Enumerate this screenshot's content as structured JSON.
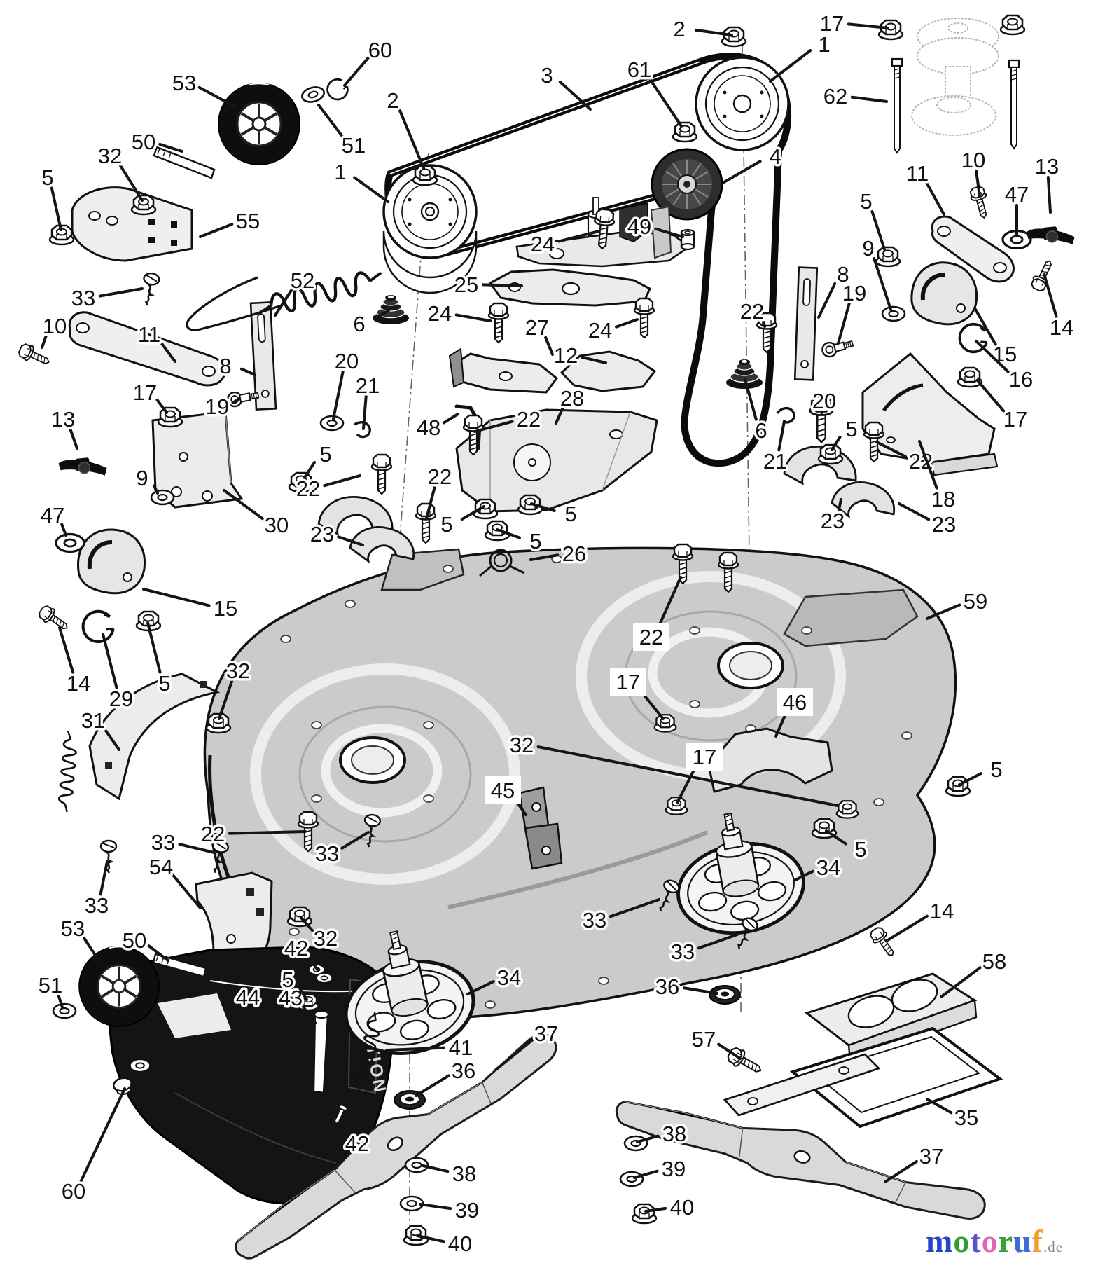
{
  "watermark": {
    "word": "motoruf",
    "suffix": ".de",
    "letter_colors": [
      "#2743c8",
      "#2f9e33",
      "#5a55c8",
      "#e265b4",
      "#3a9e3a",
      "#3f6bd6",
      "#f0a030"
    ],
    "suffix_color": "#8a8a8a"
  },
  "diagram": {
    "kind": "exploded-parts-diagram",
    "subject": "Mower deck housing assembly",
    "chute_label": "CAUTION",
    "callouts": [
      [
        "53",
        263,
        118,
        335,
        152
      ],
      [
        "60",
        543,
        71,
        492,
        122
      ],
      [
        "51",
        505,
        207,
        455,
        150
      ],
      [
        "50",
        205,
        202,
        260,
        216
      ],
      [
        "32",
        157,
        222,
        203,
        286
      ],
      [
        "5",
        68,
        253,
        87,
        328
      ],
      [
        "55",
        354,
        315,
        286,
        338
      ],
      [
        "33",
        119,
        425,
        203,
        412
      ],
      [
        "2",
        561,
        143,
        605,
        240
      ],
      [
        "1",
        486,
        245,
        554,
        288
      ],
      [
        "52",
        432,
        400,
        393,
        450
      ],
      [
        "3",
        781,
        107,
        843,
        156
      ],
      [
        "61",
        913,
        99,
        973,
        180
      ],
      [
        "2",
        970,
        41,
        1045,
        50
      ],
      [
        "17",
        1188,
        33,
        1268,
        40
      ],
      [
        "1",
        1177,
        63,
        1100,
        116
      ],
      [
        "62",
        1193,
        137,
        1266,
        145
      ],
      [
        "4",
        1107,
        223,
        1034,
        260
      ],
      [
        "24",
        775,
        348,
        855,
        330
      ],
      [
        "49",
        913,
        323,
        975,
        338
      ],
      [
        "25",
        666,
        406,
        745,
        408
      ],
      [
        "24",
        628,
        447,
        700,
        458
      ],
      [
        "27",
        767,
        467,
        789,
        506
      ],
      [
        "12",
        808,
        507,
        865,
        518
      ],
      [
        "24",
        857,
        471,
        910,
        456
      ],
      [
        "22",
        1074,
        444,
        1092,
        466
      ],
      [
        "28",
        817,
        568,
        794,
        604
      ],
      [
        "48",
        612,
        610,
        654,
        591
      ],
      [
        "22",
        755,
        598,
        678,
        616
      ],
      [
        "20",
        495,
        515,
        476,
        598
      ],
      [
        "21",
        525,
        550,
        519,
        612
      ],
      [
        "5",
        465,
        648,
        434,
        683
      ],
      [
        "22",
        440,
        697,
        514,
        679
      ],
      [
        "23",
        460,
        762,
        518,
        778
      ],
      [
        "22",
        628,
        680,
        609,
        740
      ],
      [
        "5",
        638,
        748,
        691,
        723
      ],
      [
        "5",
        815,
        733,
        759,
        719
      ],
      [
        "5",
        765,
        772,
        710,
        756
      ],
      [
        "26",
        820,
        790,
        758,
        799
      ],
      [
        "8",
        1204,
        391,
        1169,
        453
      ],
      [
        "19",
        1220,
        418,
        1197,
        490
      ],
      [
        "9",
        1240,
        354,
        1272,
        442
      ],
      [
        "5",
        1237,
        287,
        1263,
        356
      ],
      [
        "10",
        1390,
        228,
        1399,
        280
      ],
      [
        "11",
        1310,
        247,
        1348,
        306
      ],
      [
        "13",
        1495,
        237,
        1500,
        303
      ],
      [
        "47",
        1452,
        277,
        1452,
        336
      ],
      [
        "14",
        1516,
        467,
        1491,
        391
      ],
      [
        "15",
        1435,
        505,
        1392,
        440
      ],
      [
        "16",
        1458,
        541,
        1394,
        487
      ],
      [
        "17",
        1450,
        598,
        1396,
        543
      ],
      [
        "20",
        1177,
        572,
        1174,
        591
      ],
      [
        "5",
        1216,
        612,
        1188,
        642
      ],
      [
        "22",
        1315,
        658,
        1252,
        631
      ],
      [
        "21",
        1107,
        658,
        1120,
        601
      ],
      [
        "6",
        1087,
        614,
        1064,
        541
      ],
      [
        "18",
        1347,
        712,
        1313,
        630
      ],
      [
        "23",
        1189,
        743,
        1201,
        713
      ],
      [
        "23",
        1348,
        748,
        1284,
        719
      ],
      [
        "59",
        1393,
        858,
        1324,
        883
      ],
      [
        "6",
        513,
        462,
        555,
        443
      ],
      [
        "10",
        78,
        465,
        60,
        496
      ],
      [
        "11",
        213,
        477,
        250,
        516
      ],
      [
        "13",
        90,
        598,
        110,
        640
      ],
      [
        "17",
        207,
        560,
        238,
        589
      ],
      [
        "9",
        203,
        682,
        225,
        704
      ],
      [
        "47",
        75,
        735,
        94,
        764
      ],
      [
        "19",
        310,
        580,
        342,
        569
      ],
      [
        "8",
        322,
        522,
        364,
        535
      ],
      [
        "30",
        395,
        749,
        320,
        700
      ],
      [
        "15",
        322,
        868,
        205,
        841
      ],
      [
        "14",
        112,
        975,
        85,
        896
      ],
      [
        "29",
        173,
        997,
        147,
        905
      ],
      [
        "5",
        235,
        975,
        211,
        889
      ],
      [
        "31",
        133,
        1028,
        170,
        1070
      ],
      [
        "32",
        340,
        957,
        313,
        1026
      ],
      [
        "22",
        304,
        1190,
        436,
        1187
      ],
      [
        "33",
        467,
        1218,
        526,
        1188
      ],
      [
        "22",
        930,
        909,
        972,
        824,
        1
      ],
      [
        "17",
        897,
        973,
        947,
        1026,
        1
      ],
      [
        "46",
        1135,
        1002,
        1108,
        1051,
        1
      ],
      [
        "17",
        1006,
        1080,
        967,
        1146,
        1
      ],
      [
        "45",
        718,
        1128,
        751,
        1163,
        1
      ],
      [
        "32",
        745,
        1063,
        1196,
        1150
      ],
      [
        "53",
        104,
        1325,
        141,
        1371
      ],
      [
        "50",
        192,
        1342,
        240,
        1371
      ],
      [
        "51",
        72,
        1406,
        89,
        1438
      ],
      [
        "54",
        230,
        1237,
        286,
        1296
      ],
      [
        "33",
        138,
        1292,
        153,
        1230
      ],
      [
        "33",
        233,
        1202,
        306,
        1217
      ],
      [
        "60",
        105,
        1700,
        178,
        1554
      ],
      [
        "44",
        354,
        1423,
        396,
        1477
      ],
      [
        "43",
        415,
        1424,
        450,
        1460
      ],
      [
        "42",
        423,
        1353,
        454,
        1385
      ],
      [
        "5",
        411,
        1398,
        438,
        1427
      ],
      [
        "32",
        465,
        1339,
        430,
        1310
      ],
      [
        "34",
        727,
        1395,
        668,
        1419
      ],
      [
        "41",
        658,
        1495,
        552,
        1499
      ],
      [
        "36",
        662,
        1528,
        594,
        1564
      ],
      [
        "37",
        780,
        1475,
        708,
        1527
      ],
      [
        "42",
        510,
        1632,
        489,
        1594
      ],
      [
        "38",
        663,
        1675,
        604,
        1664
      ],
      [
        "39",
        667,
        1727,
        600,
        1719
      ],
      [
        "40",
        657,
        1775,
        596,
        1764
      ],
      [
        "33",
        849,
        1313,
        941,
        1284
      ],
      [
        "33",
        975,
        1358,
        1053,
        1334
      ],
      [
        "36",
        953,
        1408,
        1024,
        1418
      ],
      [
        "34",
        1183,
        1238,
        1134,
        1257
      ],
      [
        "5",
        1229,
        1212,
        1180,
        1186
      ],
      [
        "5",
        1423,
        1098,
        1370,
        1120
      ],
      [
        "14",
        1345,
        1300,
        1266,
        1343
      ],
      [
        "58",
        1420,
        1372,
        1344,
        1423
      ],
      [
        "57",
        1005,
        1483,
        1057,
        1511
      ],
      [
        "35",
        1380,
        1595,
        1324,
        1569
      ],
      [
        "37",
        1330,
        1650,
        1264,
        1687
      ],
      [
        "38",
        963,
        1618,
        910,
        1630
      ],
      [
        "39",
        962,
        1668,
        906,
        1681
      ],
      [
        "40",
        974,
        1723,
        922,
        1729
      ]
    ],
    "hardware": [
      [
        "nut",
        607,
        250
      ],
      [
        "nut",
        1048,
        52
      ],
      [
        "nut",
        1272,
        42
      ],
      [
        "nut",
        1446,
        35
      ],
      [
        "nut",
        978,
        188
      ],
      [
        "nut",
        205,
        292
      ],
      [
        "nut",
        88,
        335
      ],
      [
        "nut",
        243,
        595
      ],
      [
        "nut",
        430,
        688
      ],
      [
        "nut",
        693,
        726
      ],
      [
        "nut",
        757,
        720
      ],
      [
        "nut",
        710,
        757
      ],
      [
        "nut",
        1268,
        366
      ],
      [
        "nut",
        1385,
        538
      ],
      [
        "nut",
        212,
        886
      ],
      [
        "nut",
        312,
        1032
      ],
      [
        "nut",
        950,
        1032,
        0,
        0.9
      ],
      [
        "nut",
        966,
        1150,
        0,
        0.9
      ],
      [
        "nut",
        1210,
        1155,
        0,
        0.9
      ],
      [
        "nut",
        428,
        1308
      ],
      [
        "nut",
        1177,
        1182
      ],
      [
        "nut",
        1368,
        1122
      ],
      [
        "nut",
        440,
        1430,
        0,
        0.85
      ],
      [
        "nut",
        594,
        1763
      ],
      [
        "nut",
        920,
        1732
      ],
      [
        "nut",
        1186,
        648
      ],
      [
        "bolt",
        862,
        328,
        5
      ],
      [
        "bolt",
        712,
        462
      ],
      [
        "bolt",
        920,
        455
      ],
      [
        "bolt",
        1095,
        476
      ],
      [
        "bolt",
        676,
        622
      ],
      [
        "bolt",
        545,
        678
      ],
      [
        "bolt",
        608,
        748
      ],
      [
        "bolt",
        975,
        806
      ],
      [
        "bolt",
        1040,
        818
      ],
      [
        "bolt",
        440,
        1188
      ],
      [
        "bolt",
        1248,
        632
      ],
      [
        "bolt",
        1173,
        600,
        0,
        1.15
      ],
      [
        "bolt",
        50,
        508,
        -65,
        0.8
      ],
      [
        "bolt",
        1400,
        290,
        -15,
        0.8
      ],
      [
        "bolt",
        78,
        884,
        -55,
        0.8
      ],
      [
        "bolt",
        1490,
        392,
        205,
        0.8
      ],
      [
        "bolt",
        1262,
        1346,
        -35,
        0.8
      ],
      [
        "bolt",
        1065,
        1516,
        -60,
        0.9
      ],
      [
        "screw",
        214,
        412,
        10
      ],
      [
        "screw",
        155,
        1222,
        0
      ],
      [
        "screw",
        312,
        1222,
        12
      ],
      [
        "screw",
        530,
        1185,
        8
      ],
      [
        "screw",
        953,
        1278,
        25
      ],
      [
        "screw",
        1065,
        1332,
        25
      ],
      [
        "washer",
        447,
        135,
        -15
      ],
      [
        "washer",
        232,
        710
      ],
      [
        "washer",
        1276,
        448
      ],
      [
        "washer",
        92,
        1443
      ],
      [
        "washer",
        595,
        1663
      ],
      [
        "washer",
        588,
        1718
      ],
      [
        "washer",
        908,
        1632
      ],
      [
        "washer",
        902,
        1683
      ],
      [
        "washer",
        474,
        604
      ],
      [
        "washer",
        452,
        1384,
        0,
        0.7
      ],
      [
        "washer",
        463,
        1396,
        0,
        0.7
      ],
      [
        "washer",
        200,
        1521,
        0,
        0.9
      ],
      [
        "washer",
        100,
        775,
        0,
        1.25
      ],
      [
        "washer",
        1452,
        342,
        0,
        1.25
      ],
      [
        "cap",
        175,
        1548,
        -15
      ],
      [
        "ring",
        482,
        128,
        -25,
        0.8
      ],
      [
        "ring",
        140,
        895,
        0,
        1.2
      ],
      [
        "ring",
        1390,
        483,
        10,
        1.1
      ],
      [
        "spring",
        460,
        418,
        -14,
        1.5
      ],
      [
        "spring",
        525,
        1500,
        -75,
        0.95
      ],
      [
        "spring",
        97,
        1100,
        -85,
        0.95
      ],
      [
        "tspring",
        715,
        800
      ],
      [
        "grommet",
        558,
        440
      ],
      [
        "grommet",
        1063,
        532
      ],
      [
        "bearing",
        585,
        1570
      ],
      [
        "bearing",
        1035,
        1420
      ],
      [
        "spacer",
        982,
        342
      ],
      [
        "sbolt",
        347,
        568,
        -10
      ],
      [
        "sbolt",
        1196,
        496,
        -15
      ],
      [
        "knob",
        118,
        664,
        -6
      ],
      [
        "knob",
        1500,
        334,
        -6
      ],
      [
        "pin",
        485,
        1592,
        25
      ],
      [
        "hook",
        516,
        614
      ],
      [
        "hook",
        1122,
        594,
        -20
      ]
    ]
  }
}
